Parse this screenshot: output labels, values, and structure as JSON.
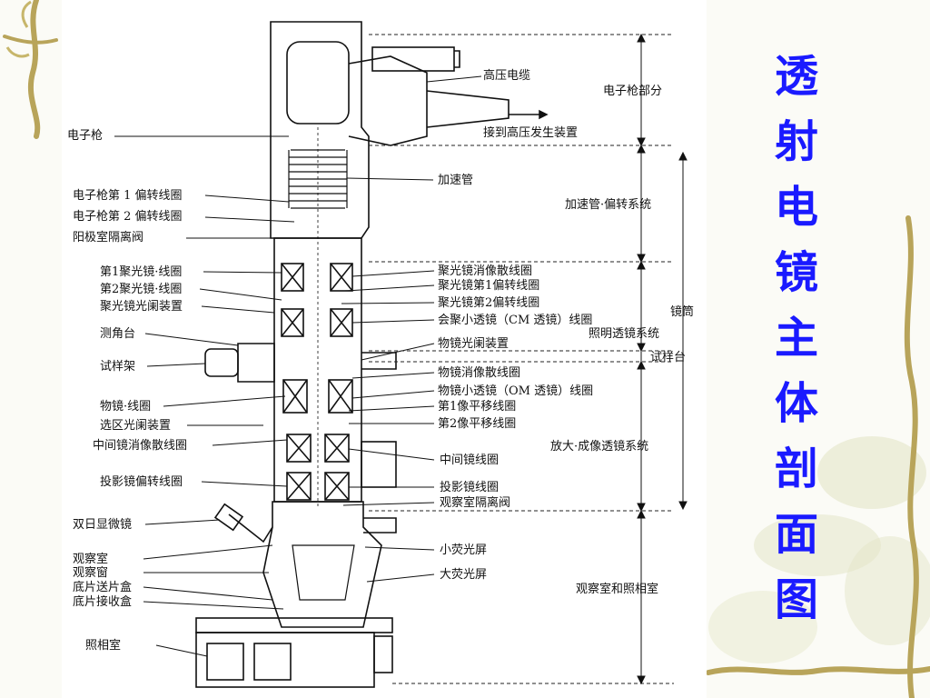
{
  "slide": {
    "title_chars": [
      "透",
      "射",
      "电",
      "镜",
      "主",
      "体",
      "剖",
      "面",
      "图"
    ]
  },
  "diagram": {
    "left_labels": {
      "gun": "电子枪",
      "gun_def1": "电子枪第 1 偏转线圈",
      "gun_def2": "电子枪第 2 偏转线圈",
      "anode_valve": "阳极室隔离阀",
      "cond1": "第1聚光镜·线圈",
      "cond2": "第2聚光镜·线圈",
      "cond_aperture": "聚光镜光阑装置",
      "goniometer": "测角台",
      "holder": "试样架",
      "obj_coil": "物镜·线圈",
      "sad_aperture": "选区光阑装置",
      "int_stig": "中间镜消像散线圈",
      "proj_def": "投影镜偏转线圈",
      "binocular": "双日显微镜",
      "view_chamber": "观察室",
      "view_window": "观察窗",
      "film_send": "底片送片盒",
      "film_recv": "底片接收盒",
      "camera": "照相室"
    },
    "right_labels": {
      "hv_cable": "高压电缆",
      "to_hv": "接到高压发生装置",
      "acc_tube": "加速管",
      "cond_stig": "聚光镜消像散线圈",
      "cond_def1": "聚光镜第1偏转线圈",
      "cond_def2": "聚光镜第2偏转线圈",
      "cm_lens": "会聚小透镜（CM 透镜）线圈",
      "obj_aperture": "物镜光阑装置",
      "obj_stig": "物镜消像散线圈",
      "om_lens": "物镜小透镜（OM 透镜）线圈",
      "img_shift1": "第1像平移线圈",
      "img_shift2": "第2像平移线圈",
      "int_lens": "中间镜线圈",
      "proj_lens": "投影镜线圈",
      "view_valve": "观察室隔离阀",
      "small_screen": "小荧光屏",
      "large_screen": "大荧光屏"
    },
    "sections": {
      "gun_part": "电子枪部分",
      "acc_def": "加速管·偏转系统",
      "column": "镜筒",
      "illum": "照明透镜系统",
      "stage": "试样台",
      "magnify": "放大·成像透镜系统",
      "view_cam": "观察室和照相室"
    }
  }
}
